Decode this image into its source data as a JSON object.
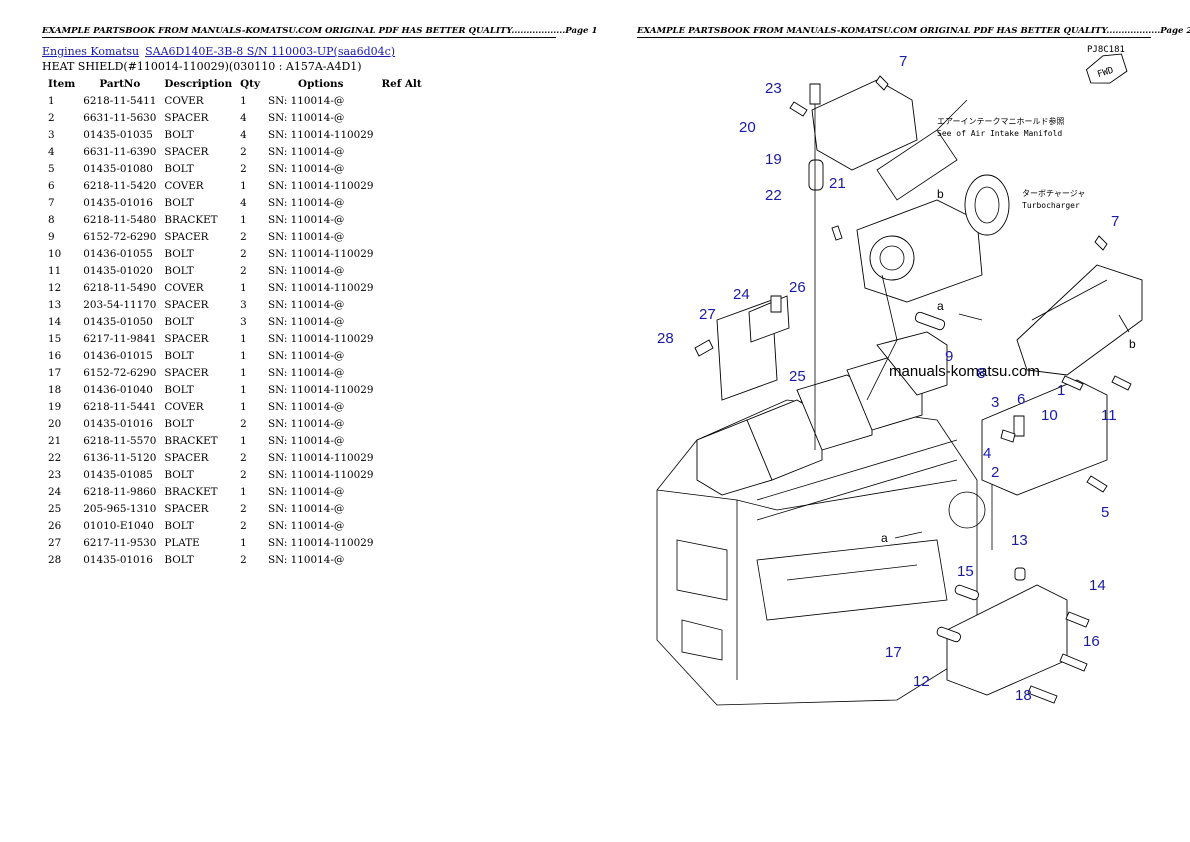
{
  "header": {
    "page1": "EXAMPLE PARTSBOOK FROM MANUALS-KOMATSU.COM ORIGINAL PDF HAS BETTER QUALITY..................Page 1",
    "page2": "EXAMPLE PARTSBOOK FROM MANUALS-KOMATSU.COM ORIGINAL PDF HAS BETTER QUALITY..................Page 2"
  },
  "breadcrumb": {
    "link1": "Engines Komatsu",
    "link2": "SAA6D140E-3B-8 S/N 110003-UP(saa6d04c)"
  },
  "subtitle": "HEAT SHIELD(#110014-110029)(030110 : A157A-A4D1)",
  "table": {
    "headers": [
      "Item",
      "PartNo",
      "Description",
      "Qty",
      "Options",
      "Ref Alt"
    ],
    "rows": [
      [
        "1",
        "6218-11-5411",
        "COVER",
        "1",
        "SN: 110014-@",
        ""
      ],
      [
        "2",
        "6631-11-5630",
        "SPACER",
        "4",
        "SN: 110014-@",
        ""
      ],
      [
        "3",
        "01435-01035",
        "BOLT",
        "4",
        "SN: 110014-110029",
        ""
      ],
      [
        "4",
        "6631-11-6390",
        "SPACER",
        "2",
        "SN: 110014-@",
        ""
      ],
      [
        "5",
        "01435-01080",
        "BOLT",
        "2",
        "SN: 110014-@",
        ""
      ],
      [
        "6",
        "6218-11-5420",
        "COVER",
        "1",
        "SN: 110014-110029",
        ""
      ],
      [
        "7",
        "01435-01016",
        "BOLT",
        "4",
        "SN: 110014-@",
        ""
      ],
      [
        "8",
        "6218-11-5480",
        "BRACKET",
        "1",
        "SN: 110014-@",
        ""
      ],
      [
        "9",
        "6152-72-6290",
        "SPACER",
        "2",
        "SN: 110014-@",
        ""
      ],
      [
        "10",
        "01436-01055",
        "BOLT",
        "2",
        "SN: 110014-110029",
        ""
      ],
      [
        "11",
        "01435-01020",
        "BOLT",
        "2",
        "SN: 110014-@",
        ""
      ],
      [
        "12",
        "6218-11-5490",
        "COVER",
        "1",
        "SN: 110014-110029",
        ""
      ],
      [
        "13",
        "203-54-11170",
        "SPACER",
        "3",
        "SN: 110014-@",
        ""
      ],
      [
        "14",
        "01435-01050",
        "BOLT",
        "3",
        "SN: 110014-@",
        ""
      ],
      [
        "15",
        "6217-11-9841",
        "SPACER",
        "1",
        "SN: 110014-110029",
        ""
      ],
      [
        "16",
        "01436-01015",
        "BOLT",
        "1",
        "SN: 110014-@",
        ""
      ],
      [
        "17",
        "6152-72-6290",
        "SPACER",
        "1",
        "SN: 110014-@",
        ""
      ],
      [
        "18",
        "01436-01040",
        "BOLT",
        "1",
        "SN: 110014-110029",
        ""
      ],
      [
        "19",
        "6218-11-5441",
        "COVER",
        "1",
        "SN: 110014-@",
        ""
      ],
      [
        "20",
        "01435-01016",
        "BOLT",
        "2",
        "SN: 110014-@",
        ""
      ],
      [
        "21",
        "6218-11-5570",
        "BRACKET",
        "1",
        "SN: 110014-@",
        ""
      ],
      [
        "22",
        "6136-11-5120",
        "SPACER",
        "2",
        "SN: 110014-110029",
        ""
      ],
      [
        "23",
        "01435-01085",
        "BOLT",
        "2",
        "SN: 110014-110029",
        ""
      ],
      [
        "24",
        "6218-11-9860",
        "BRACKET",
        "1",
        "SN: 110014-@",
        ""
      ],
      [
        "25",
        "205-965-1310",
        "SPACER",
        "2",
        "SN: 110014-@",
        ""
      ],
      [
        "26",
        "01010-E1040",
        "BOLT",
        "2",
        "SN: 110014-@",
        ""
      ],
      [
        "27",
        "6217-11-9530",
        "PLATE",
        "1",
        "SN: 110014-110029",
        ""
      ],
      [
        "28",
        "01435-01016",
        "BOLT",
        "2",
        "SN: 110014-@",
        ""
      ]
    ]
  },
  "diagram": {
    "code": "PJ8C181",
    "front_mark": "FWD",
    "note_manifold_jp": "エアーインテークマニホールド参照",
    "note_manifold_en": "See of Air Intake Manifold",
    "note_turbo_jp": "ターボチャージャ",
    "note_turbo_en": "Turbocharger",
    "watermark": "manuals-komatsu.com",
    "letter_a": "a",
    "letter_b": "b",
    "callouts": [
      "1",
      "2",
      "3",
      "4",
      "5",
      "6",
      "7",
      "8",
      "9",
      "10",
      "11",
      "12",
      "13",
      "14",
      "15",
      "16",
      "17",
      "18",
      "19",
      "20",
      "21",
      "22",
      "23",
      "24",
      "25",
      "26",
      "27",
      "28"
    ]
  }
}
